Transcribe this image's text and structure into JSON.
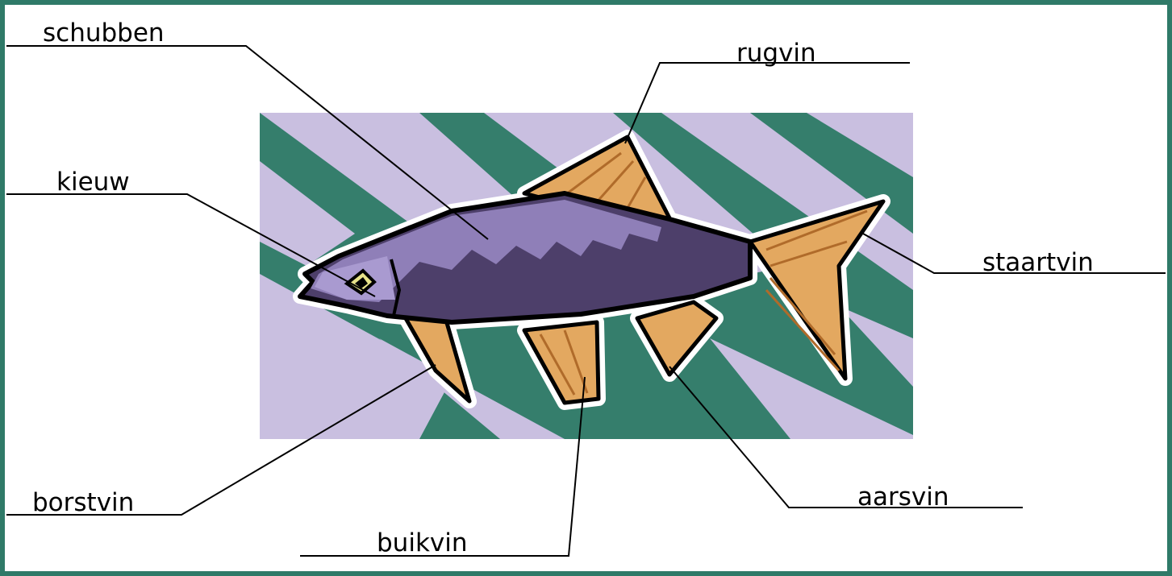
{
  "labels": {
    "schubben": "schubben",
    "rugvin": "rugvin",
    "kieuw": "kieuw",
    "staartvin": "staartvin",
    "borstvin": "borstvin",
    "aarsvin": "aarsvin",
    "buikvin": "buikvin"
  },
  "colors": {
    "frame": "#2f7a68",
    "background_stripes_light": "#c9bfe0",
    "background_dark": "#357e6c",
    "fish_body_top": "#8f7fb8",
    "fish_body_dark": "#4d3f6a",
    "fins": "#e3a860",
    "outline": "#000000"
  }
}
